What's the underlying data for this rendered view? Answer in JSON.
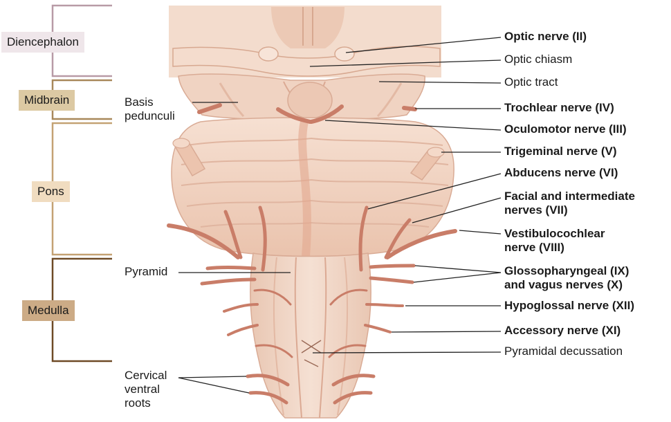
{
  "regions": {
    "diencephalon": {
      "label": "Diencephalon",
      "color": "#efe6ea",
      "line": "#b89aa6"
    },
    "midbrain": {
      "label": "Midbrain",
      "color": "#dcc9a3",
      "line": "#a8885a"
    },
    "pons": {
      "label": "Pons",
      "color": "#f0dcc0",
      "line": "#c4a273"
    },
    "medulla": {
      "label": "Medulla",
      "color": "#ccab86",
      "line": "#6e4a26"
    }
  },
  "left_labels": {
    "basis_pedunculi": [
      "Basis",
      "pedunculi"
    ],
    "pyramid": "Pyramid",
    "cervical_ventral_roots": [
      "Cervical",
      "ventral",
      "roots"
    ]
  },
  "right_labels": {
    "optic_nerve": "Optic nerve (II)",
    "optic_chiasm": "Optic chiasm",
    "optic_tract": "Optic tract",
    "trochlear": "Trochlear nerve (IV)",
    "oculomotor": "Oculomotor nerve (III)",
    "trigeminal": "Trigeminal nerve (V)",
    "abducens": "Abducens nerve (VI)",
    "facial": [
      "Facial and intermediate",
      "nerves (VII)"
    ],
    "vestibulocochlear": [
      "Vestibulocochlear",
      "nerve (VIII)"
    ],
    "glossopharyngeal": [
      "Glossopharyngeal (IX)",
      "and vagus nerves (X)"
    ],
    "hypoglossal": "Hypoglossal nerve (XII)",
    "accessory": "Accessory nerve (XI)",
    "decussation": "Pyramidal decussation"
  },
  "colors": {
    "tissue": "#f2d8c6",
    "tissue_dark": "#dfb49e",
    "nerve": "#c97d68",
    "nerve_light": "#e6a894",
    "leader": "#222222"
  }
}
